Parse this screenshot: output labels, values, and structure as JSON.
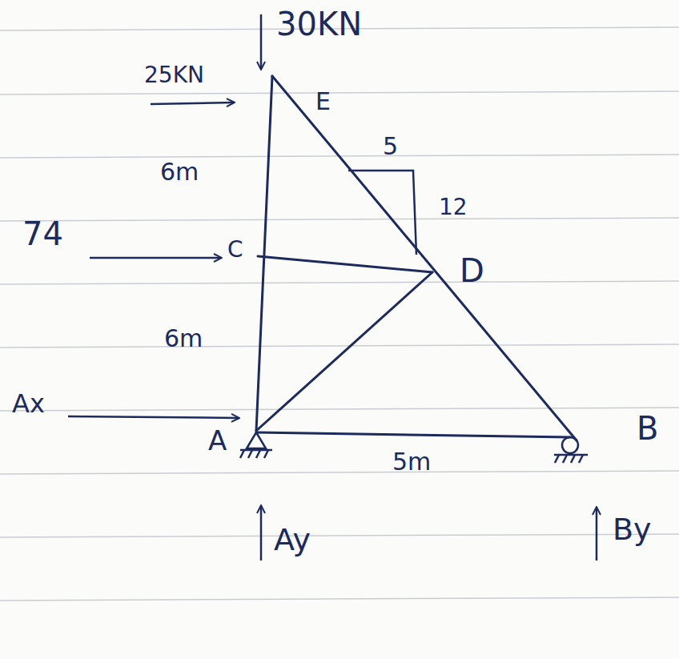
{
  "diagram": {
    "labels": [
      "30KN",
      "25KN",
      "E",
      "6m",
      "5",
      "12",
      "74",
      "C",
      "D",
      "6m",
      "Ax",
      "A",
      "5m",
      "B",
      "Ay",
      "By"
    ]
  }
}
